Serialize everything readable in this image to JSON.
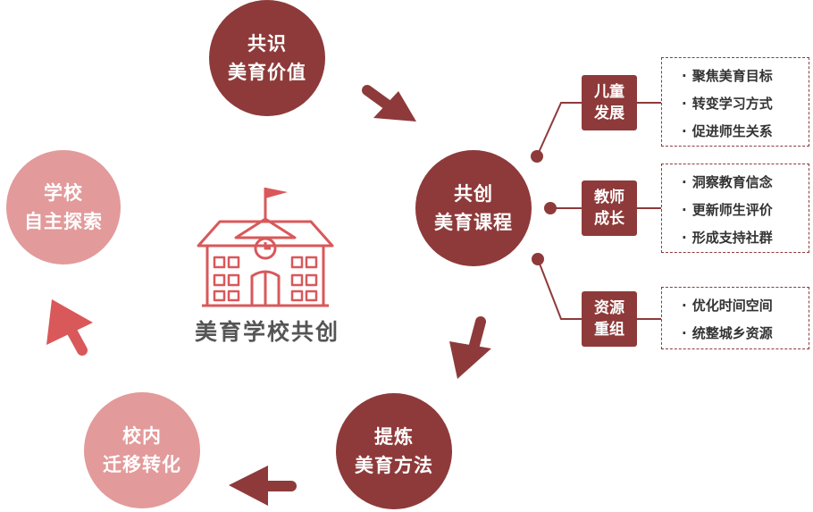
{
  "center": {
    "label": "美育学校共创"
  },
  "cycle": {
    "gongshi": {
      "line1": "共识",
      "line2": "美育价值"
    },
    "gongchuang": {
      "line1": "共创",
      "line2": "美育课程"
    },
    "tilian": {
      "line1": "提炼",
      "line2": "美育方法"
    },
    "xiaonei": {
      "line1": "校内",
      "line2": "迁移转化"
    },
    "xuexiao": {
      "line1": "学校",
      "line2": "自主探索"
    }
  },
  "branches": [
    {
      "line1": "儿童",
      "line2": "发展",
      "items": [
        "聚焦美育目标",
        "转变学习方式",
        "促进师生关系"
      ]
    },
    {
      "line1": "教师",
      "line2": "成长",
      "items": [
        "洞察教育信念",
        "更新师生评价",
        "形成支持社群"
      ]
    },
    {
      "line1": "资源",
      "line2": "重组",
      "items": [
        "优化时间空间",
        "统整城乡资源"
      ]
    }
  ],
  "colors": {
    "dark": "#8e3a3a",
    "pink": "#e39a9a",
    "arrow_light": "#d9585a",
    "text": "#555555"
  }
}
